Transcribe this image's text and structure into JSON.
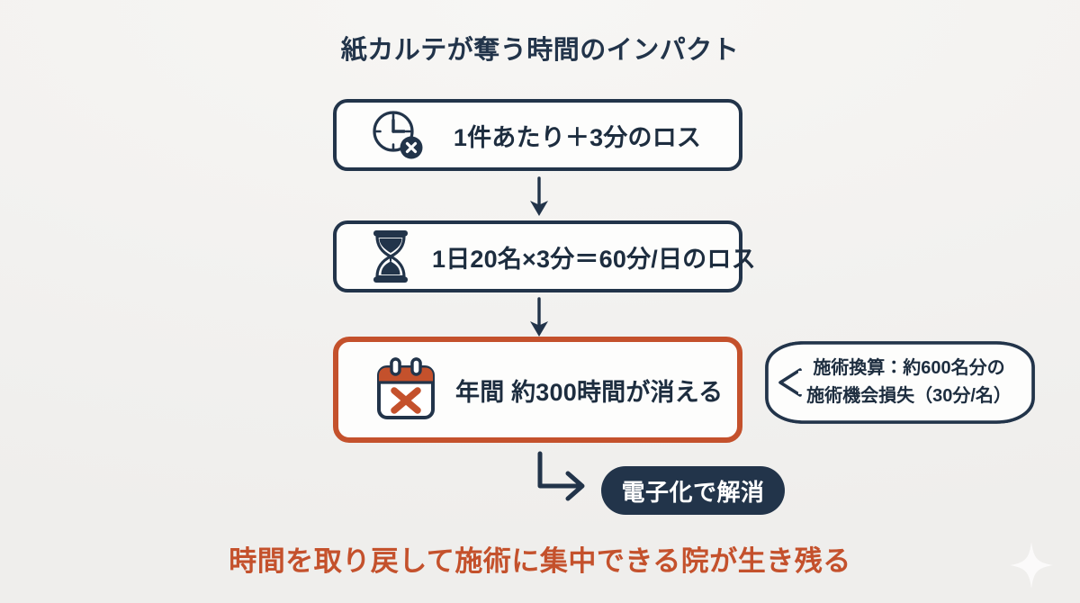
{
  "theme": {
    "background": "#f4f3f1",
    "navy": "#22344a",
    "accent": "#c4512c",
    "card": "#fdfdfc",
    "white": "#ffffff"
  },
  "header": {
    "title": "紙カルテが奪う時間のインパクト"
  },
  "flow": {
    "steps": [
      {
        "id": "step-1",
        "icon": "clock-x-icon",
        "label": "1件あたり＋3分のロス",
        "style": "navy"
      },
      {
        "id": "step-2",
        "icon": "hourglass-icon",
        "label": "1日20名×3分＝60分/日のロス",
        "style": "navy"
      },
      {
        "id": "step-3",
        "icon": "calendar-x-icon",
        "label": "年間 約300時間が消える",
        "style": "accent"
      }
    ],
    "connectors": [
      {
        "id": "connector-1",
        "icon": "arrow-down-icon"
      },
      {
        "id": "connector-2",
        "icon": "arrow-down-icon"
      },
      {
        "id": "connector-3",
        "icon": "arrow-elbow-right-icon"
      }
    ]
  },
  "callout": {
    "icon": "speech-bubble",
    "line1": "施術換算：約600名分の",
    "line2": "施術機会損失（30分/名）"
  },
  "solution": {
    "label": "電子化で解消"
  },
  "footer": {
    "tagline": "時間を取り戻して施術に集中できる院が生き残る"
  },
  "decor": {
    "sparkle": "sparkle-icon"
  }
}
